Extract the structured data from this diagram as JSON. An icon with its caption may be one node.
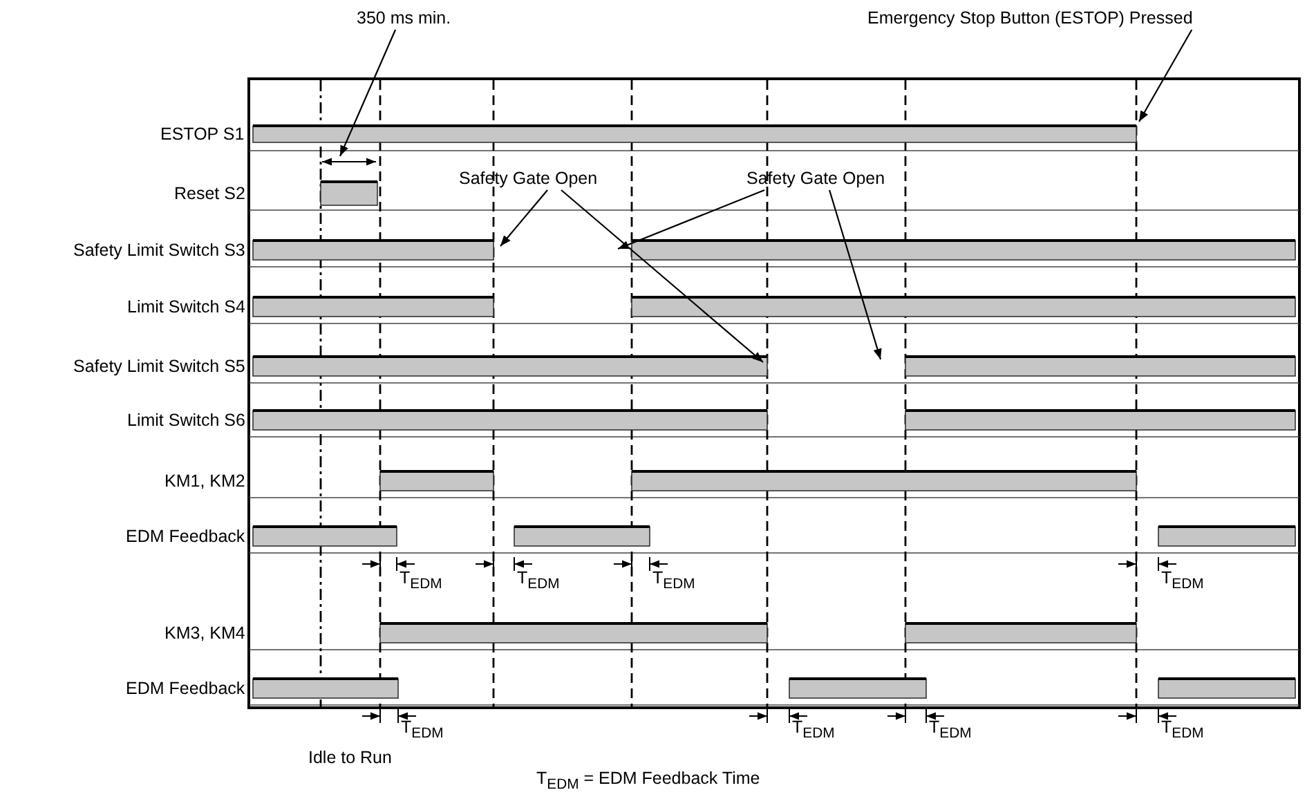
{
  "diagram": {
    "nodes": [
      {
        "text": [
          "350 ms min."
        ]
      },
      {
        "text": [
          "Emergency Stop Button (ESTOP) Pressed"
        ]
      },
      {
        "text": [
          "Safety Gate Open"
        ]
      },
      {
        "text": [
          "Safety Gate Open"
        ]
      }
    ],
    "edges": [
      {
        "from": 0,
        "to": null,
        "arrow": "to"
      },
      {
        "from": 1,
        "to": null,
        "arrow": "to"
      },
      {
        "from": 2,
        "to": null,
        "arrow": "to"
      },
      {
        "from": 2,
        "to": null,
        "arrow": "to"
      },
      {
        "from": 3,
        "to": null,
        "arrow": "to"
      },
      {
        "from": 3,
        "to": null,
        "arrow": "to"
      }
    ],
    "labels": [
      "ESTOP S1",
      "Reset S2",
      "Safety Limit Switch S3",
      "Limit Switch S4",
      "Safety Limit Switch S5",
      "Limit Switch S6",
      "KM1, KM2",
      "EDM Feedback",
      "KM3, KM4",
      "EDM Feedback",
      "T$_{EDM}$",
      "T$_{EDM}$",
      "T$_{EDM}$",
      "T$_{EDM}$",
      "T$_{EDM}$",
      "T$_{EDM}$",
      "T$_{EDM}$",
      "T$_{EDM}$",
      "Idle to Run",
      "T$_{EDM}$ = EDM Feedback Time"
    ]
  }
}
